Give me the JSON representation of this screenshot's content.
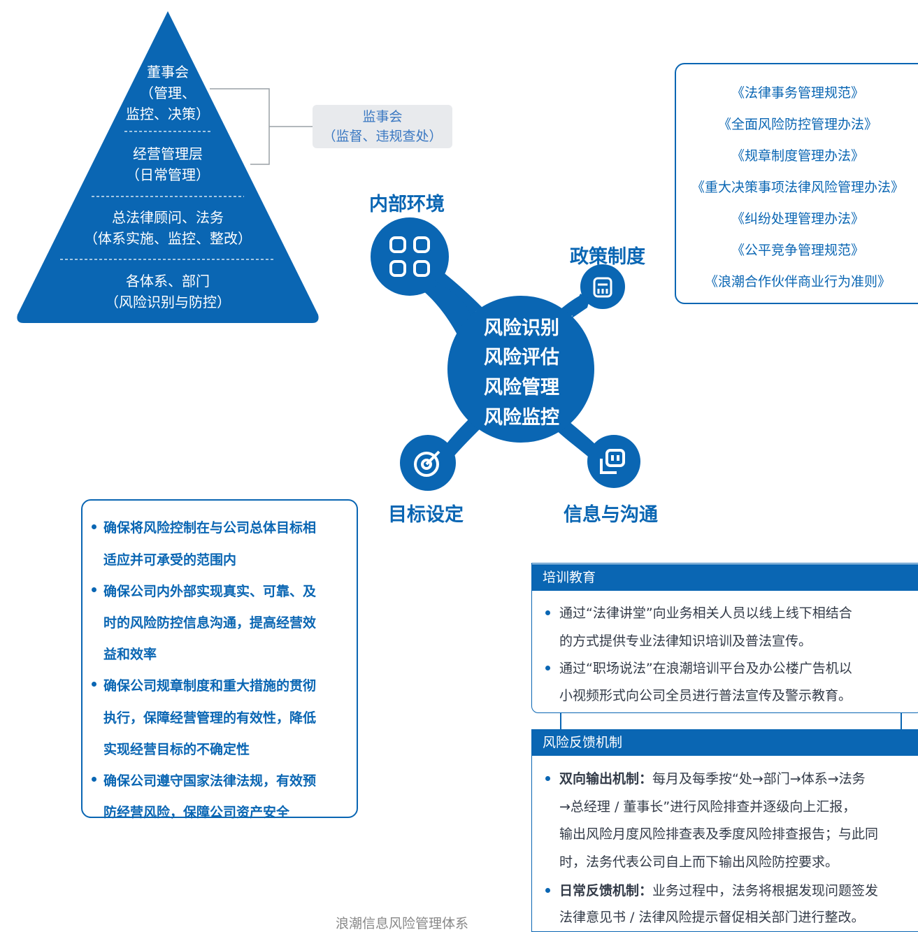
{
  "pyramid": {
    "level1": [
      "董事会",
      "（管理、",
      "监控、决策）"
    ],
    "level2": [
      "经营管理层",
      "（日常管理）"
    ],
    "level3": [
      "总法律顾问、法务",
      "（体系实施、监控、整改）"
    ],
    "level4": [
      "各体系、部门",
      "（风险识别与防控）"
    ]
  },
  "supervisor": [
    "监事会",
    "（监督、违规查处）"
  ],
  "policies": [
    "《法律事务管理规范》",
    "《全面风险防控管理办法》",
    "《规章制度管理办法》",
    "《重大决策事项法律风险管理办法》",
    "《纠纷处理管理办法》",
    "《公平竞争管理规范》",
    "《浪潮合作伙伴商业行为准则》"
  ],
  "center": {
    "lines": [
      "风险识别",
      "风险评估",
      "风险管理",
      "风险监控"
    ],
    "labels": {
      "internal_env": "内部环境",
      "policy": "政策制度",
      "goal": "目标设定",
      "info": "信息与沟通"
    },
    "icons": [
      "grid-icon",
      "building-icon",
      "target-icon",
      "chat-icon"
    ]
  },
  "goals": [
    "确保将风险控制在与公司总体目标相",
    "适应并可承受的范围内",
    "确保公司内外部实现真实、可靠、及",
    "时的风险防控信息沟通，提高经营效",
    "益和效率",
    "确保公司规章制度和重大措施的贯彻",
    "执行，保障经营管理的有效性，降低",
    "实现经营目标的不确定性",
    "确保公司遵守国家法律法规，有效预",
    "防经营风险，保障公司资产安全"
  ],
  "training": {
    "title": "培训教育",
    "lines": [
      "通过“法律讲堂”向业务相关人员以线上线下相结合",
      "的方式提供专业法律知识培训及普法宣传。",
      "通过“职场说法”在浪潮培训平台及办公楼广告机以",
      "小视频形式向公司全员进行普法宣传及警示教育。"
    ]
  },
  "feedback": {
    "title": "风险反馈机制",
    "item1_bold": "双向输出机制：",
    "item1_lines": [
      "每月及每季按“处→部门→体系→法务",
      "→总经理 / 董事长”进行风险排查并逐级向上汇报，",
      "输出风险月度风险排查表及季度风险排查报告；与此同",
      "时，法务代表公司自上而下输出风险防控要求。"
    ],
    "item2_bold": "日常反馈机制：",
    "item2_lines": [
      "业务过程中，法务将根据发现问题签发",
      "法律意见书 / 法律风险提示督促相关部门进行整改。"
    ]
  },
  "caption": "浪潮信息风险管理体系",
  "colors": {
    "primary": "#0a66b3",
    "gray_box": "#e8eaed",
    "text": "#333b48"
  }
}
